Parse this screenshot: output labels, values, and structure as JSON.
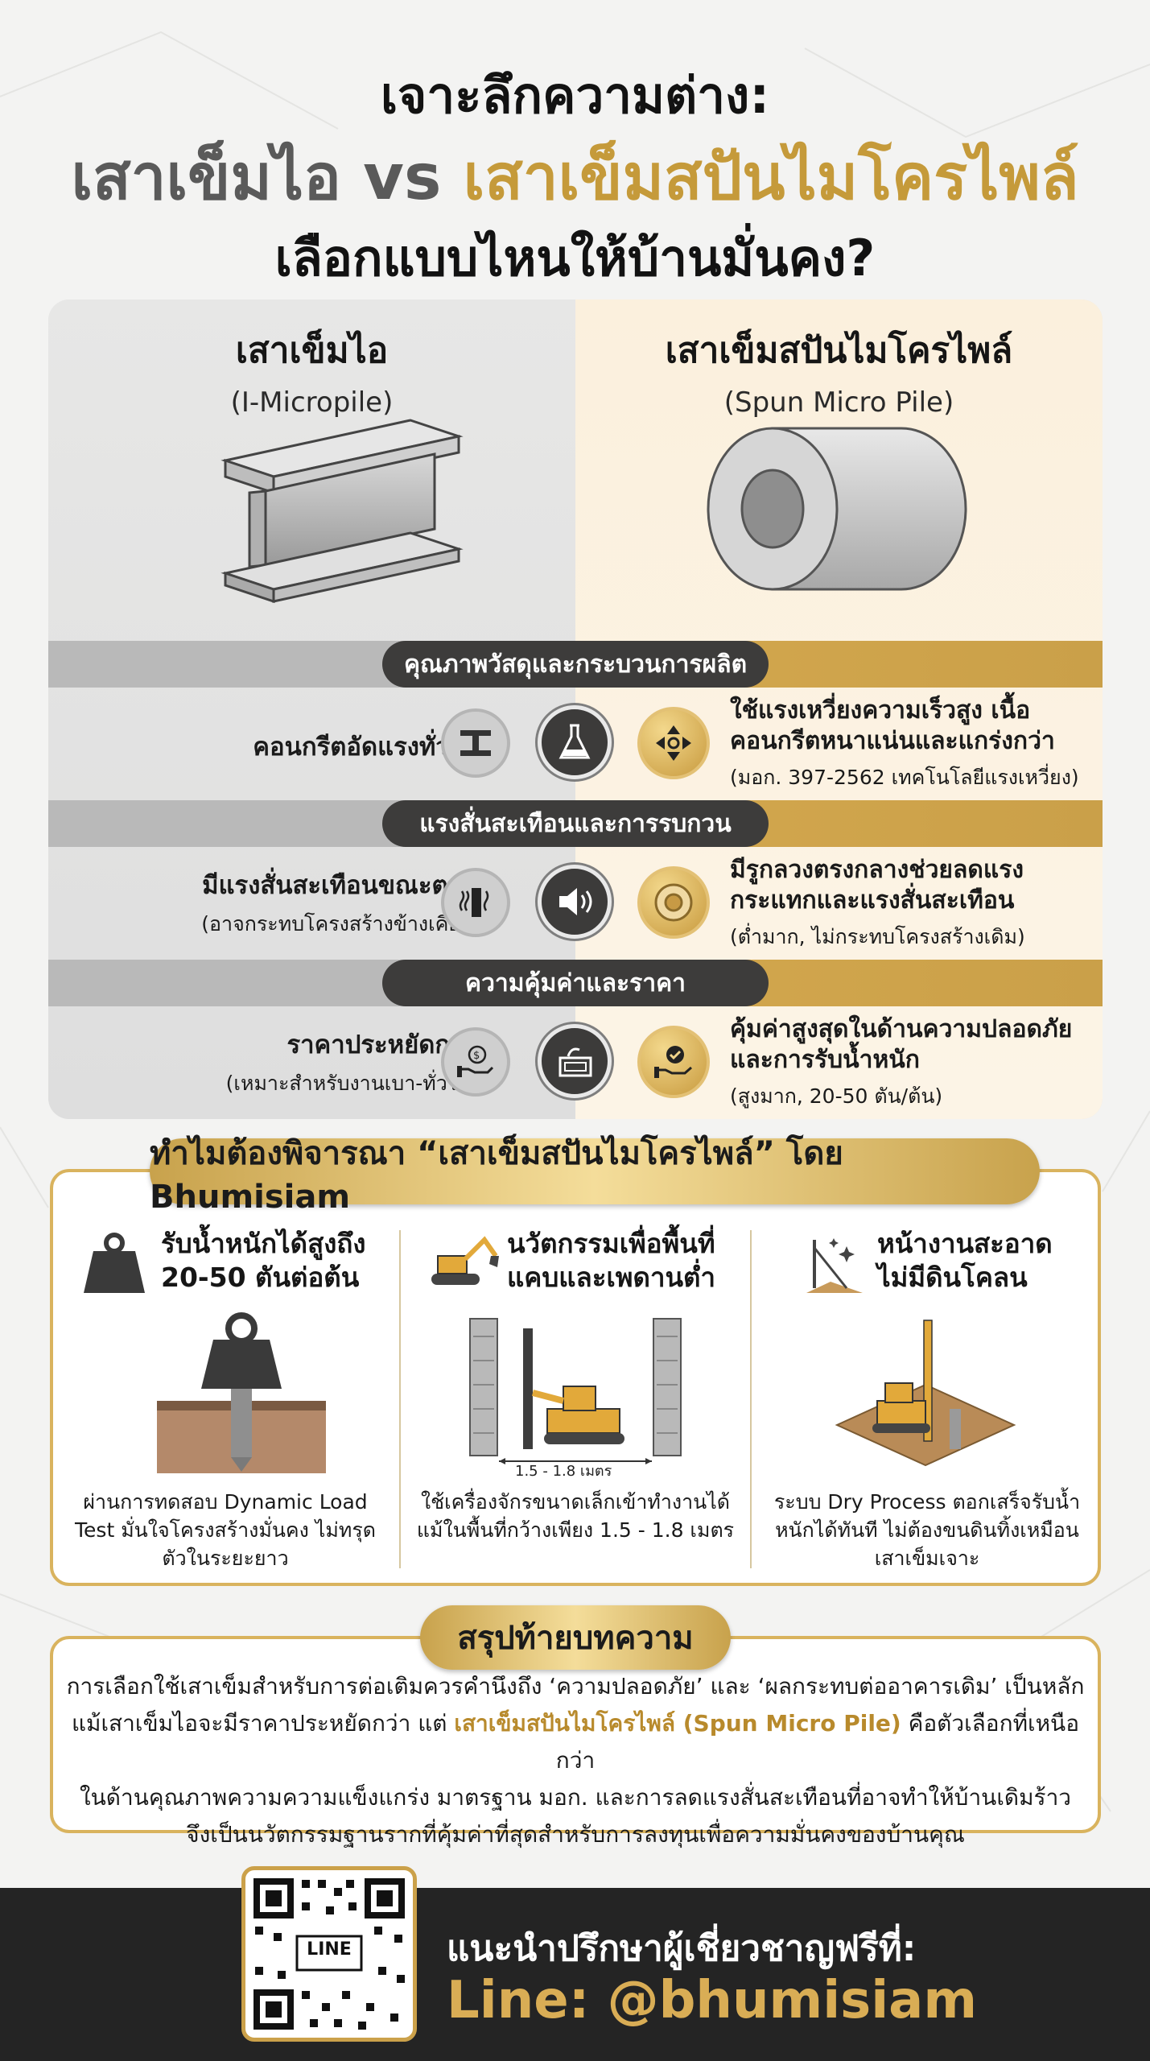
{
  "header": {
    "line1": "เจาะลึกความต่าง:",
    "line2_left": "เสาเข็มไอ vs ",
    "line2_right": "เสาเข็มสปันไมโครไพล์",
    "line3": "เลือกแบบไหนให้บ้านมั่นคง?"
  },
  "comparison": {
    "left": {
      "name": "เสาเข็มไอ",
      "sub": "(I-Micropile)"
    },
    "right": {
      "name": "เสาเข็มสปันไมโครไพล์",
      "sub": "(Spun Micro Pile)"
    },
    "sections": [
      {
        "title": "คุณภาพวัสดุและกระบวนการผลิต",
        "left_main": "คอนกรีตอัดแรงทั่วไป",
        "left_sub": "",
        "right_main": "ใช้แรงเหวี่ยงความเร็วสูง เนื้อคอนกรีตหนาแน่นและแกร่งกว่า",
        "right_sub": "(มอก. 397-2562 เทคโนโลยีแรงเหวี่ยง)",
        "icons": [
          "i-beam-icon",
          "flask-icon",
          "spin-arrows-icon"
        ]
      },
      {
        "title": "แรงสั่นสะเทือนและการรบกวน",
        "left_main": "มีแรงสั่นสะเทือนขณะตอก",
        "left_sub": "(อาจกระทบโครงสร้างข้างเคียง)",
        "right_main": "มีรูกลวงตรงกลางช่วยลดแรง กระแทกและแรงสั่นสะเทือน",
        "right_sub": "(ต่ำมาก, ไม่กระทบโครงสร้างเดิม)",
        "icons": [
          "vibration-icon",
          "speaker-icon",
          "hollow-ring-icon"
        ]
      },
      {
        "title": "ความคุ้มค่าและราคา",
        "left_main": "ราคาประหยัดกว่า",
        "left_sub": "(เหมาะสำหรับงานเบา-ทั่วไป)",
        "right_main": "คุ้มค่าสูงสุดในด้านความปลอดภัย และการรับน้ำหนัก",
        "right_sub": "(สูงมาก, 20-50 ตัน/ต้น)",
        "icons": [
          "money-hand-icon",
          "cash-register-icon",
          "check-hand-icon"
        ]
      }
    ]
  },
  "why": {
    "title": "ทำไมต้องพิจารณา “เสาเข็มสปันไมโครไพล์” โดย Bhumisiam",
    "items": [
      {
        "title": "รับน้ำหนักได้สูงถึง 20-50 ตันต่อต้น",
        "caption": "ผ่านการทดสอบ Dynamic Load Test มั่นใจโครงสร้างมั่นคง ไม่ทรุดตัวในระยะยาว",
        "icon": "weight-icon"
      },
      {
        "title": "นวัตกรรมเพื่อพื้นที่ แคบและเพดานต่ำ",
        "caption": "ใช้เครื่องจักรขนาดเล็กเข้าทำงานได้ แม้ในพื้นที่กว้างเพียง 1.5 - 1.8 เมตร",
        "dimension": "1.5 - 1.8 เมตร",
        "icon": "excavator-icon"
      },
      {
        "title": "หน้างานสะอาด ไม่มีดินโคลน",
        "caption": "ระบบ Dry Process ตอกเสร็จรับน้ำหนักได้ทันที ไม่ต้องขนดินทิ้งเหมือนเสาเข็มเจาะ",
        "icon": "clean-site-icon"
      }
    ]
  },
  "summary": {
    "title": "สรุปท้ายบทความ",
    "p1": "การเลือกใช้เสาเข็มสำหรับการต่อเติมควรคำนึงถึง ‘ความปลอดภัย’ และ ‘ผลกระทบต่ออาคารเดิม’ เป็นหลัก",
    "p2a": "แม้เสาเข็มไอจะมีราคาประหยัดกว่า แต่ ",
    "p2b": "เสาเข็มสปันไมโครไพล์ (Spun Micro Pile)",
    "p2c": " คือตัวเลือกที่เหนือกว่า",
    "p3": "ในด้านคุณภาพความความแข็งแกร่ง มาตรฐาน มอก. และการลดแรงสั่นสะเทือนที่อาจทำให้บ้านเดิมร้าว",
    "p4": "จึงเป็นนวัตกรรมฐานรากที่คุ้มค่าที่สุดสำหรับการลงทุนเพื่อความมั่นคงของบ้านคุณ"
  },
  "footer": {
    "qr_label": "LINE",
    "cta": "แนะนำปรึกษาผู้เชี่ยวชาญฟรีที่:",
    "line_id": "Line: @bhumisiam"
  },
  "colors": {
    "gold": "#c59a3a",
    "dark": "#242424",
    "pill": "#3d3c3b"
  }
}
